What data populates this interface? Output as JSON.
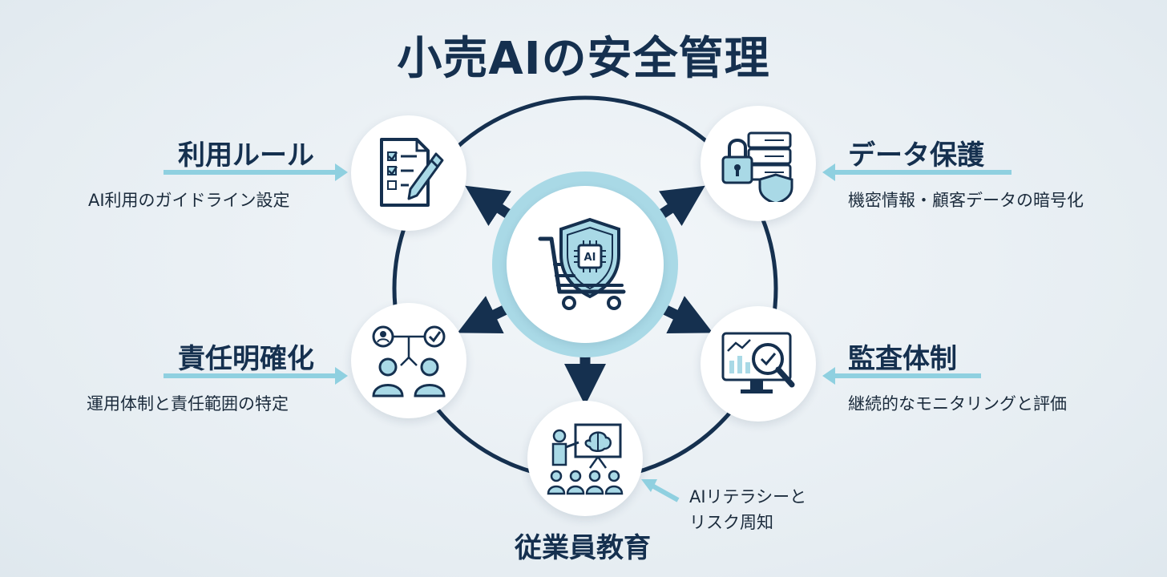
{
  "title": "小売AIの安全管理",
  "nodes": {
    "usage_rules": {
      "label": "利用ルール",
      "desc": "AI利用のガイドライン設定"
    },
    "data_protection": {
      "label": "データ保護",
      "desc": "機密情報・顧客データの暗号化"
    },
    "responsibility": {
      "label": "責任明確化",
      "desc": "運用体制と責任範囲の特定"
    },
    "audit": {
      "label": "監査体制",
      "desc": "継続的なモニタリングと評価"
    },
    "education": {
      "label": "従業員教育",
      "desc_line1": "AIリテラシーと",
      "desc_line2": "リスク周知"
    }
  },
  "center": {
    "chip_text": "AI"
  },
  "colors": {
    "navy": "#15304f",
    "light_blue": "#8fd0e0",
    "icon_fill": "#a9d9e6"
  },
  "icons": {
    "center": "shopping-cart-shield-icon",
    "usage_rules": "checklist-pen-icon",
    "data_protection": "lock-database-shield-icon",
    "responsibility": "org-chart-people-icon",
    "audit": "monitor-magnifier-icon",
    "education": "presentation-brain-icon"
  }
}
